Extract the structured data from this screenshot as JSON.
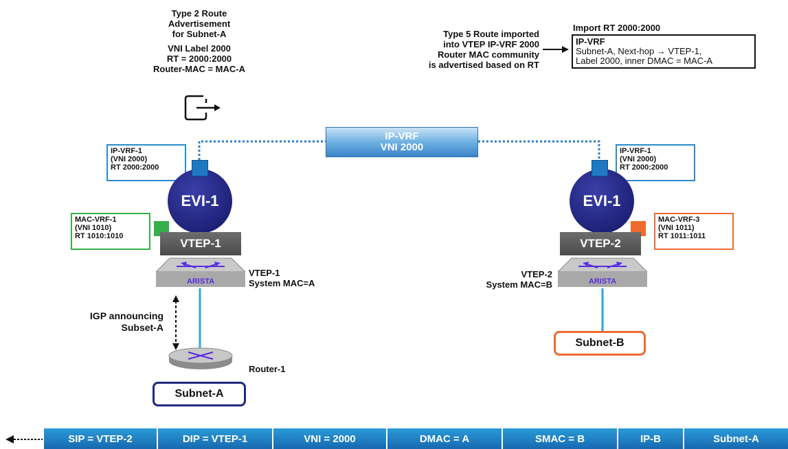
{
  "type2": {
    "l1": "Type 2 Route",
    "l2": "Advertisement",
    "l3": "for Subnet-A",
    "l4": "VNI Label 2000",
    "l5": "RT = 2000:2000",
    "l6": "Router-MAC = MAC-A"
  },
  "type5": {
    "l1": "Type 5 Route imported",
    "l2": "into VTEP IP-VRF 2000",
    "l3": "Router MAC community",
    "l4": "is advertised based on RT"
  },
  "import": {
    "title": "Import RT 2000:2000",
    "box_title": "IP-VRF",
    "box_l1": "Subnet-A, Next-hop → VTEP-1,",
    "box_l2": "Label 2000, inner DMAC = MAC-A"
  },
  "ipvrf_tunnel": {
    "l1": "IP-VRF",
    "l2": "VNI 2000"
  },
  "left": {
    "ipvrf_l1": "IP-VRF-1",
    "ipvrf_l2": "(VNI 2000)",
    "ipvrf_l3": "RT 2000:2000",
    "evi": "EVI-1",
    "macvrf_l1": "MAC-VRF-1",
    "macvrf_l2": "(VNI 1010)",
    "macvrf_l3": "RT 1010:1010",
    "vtep": "VTEP-1",
    "brand": "ARISTA",
    "sys_l1": "VTEP-1",
    "sys_l2": "System MAC=A",
    "igp_l1": "IGP announcing",
    "igp_l2": "Subset-A",
    "router": "Router-1",
    "subnet": "Subnet-A"
  },
  "right": {
    "ipvrf_l1": "IP-VRF-1",
    "ipvrf_l2": "(VNI 2000)",
    "ipvrf_l3": "RT 2000:2000",
    "evi": "EVI-1",
    "macvrf_l1": "MAC-VRF-3",
    "macvrf_l2": "(VNI 1011)",
    "macvrf_l3": "RT 1011:1011",
    "vtep": "VTEP-2",
    "brand": "ARISTA",
    "sys_l1": "VTEP-2",
    "sys_l2": "System MAC=B",
    "subnet": "Subnet-B"
  },
  "packet": [
    "SIP = VTEP-2",
    "DIP = VTEP-1",
    "VNI = 2000",
    "DMAC = A",
    "SMAC = B",
    "IP-B",
    "Subnet-A"
  ],
  "colors": {
    "blue_box": "#2a8ad0",
    "green": "#33b04a",
    "orange": "#ee6a2e",
    "navy": "#1e2a7a",
    "link": "#2aa6dd"
  }
}
